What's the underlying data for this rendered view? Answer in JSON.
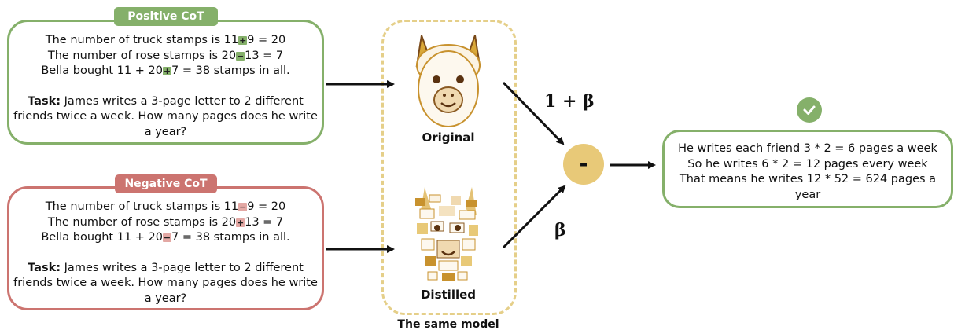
{
  "positive": {
    "badge": "Positive CoT",
    "lines": [
      {
        "pre": "The number of truck stamps is 11",
        "op": "+",
        "post": "9 = 20"
      },
      {
        "pre": "The number of rose stamps is 20",
        "op": "−",
        "post": "13 = 7"
      },
      {
        "pre": "Bella bought 11 + 20",
        "op": "+",
        "post": "7 = 38 stamps in all."
      }
    ],
    "task_label": "Task:",
    "task_text": "James writes a 3-page letter to 2 different friends twice a week. How many pages does he write a year?"
  },
  "negative": {
    "badge": "Negative CoT",
    "lines": [
      {
        "pre": "The number of truck stamps is 11",
        "op": "−",
        "post": "9 = 20"
      },
      {
        "pre": "The number of rose stamps is 20",
        "op": "+",
        "post": "13 = 7"
      },
      {
        "pre": "Bella bought 11 + 20",
        "op": "−",
        "post": "7 = 38 stamps in all."
      }
    ],
    "task_label": "Task:",
    "task_text": "James writes a 3-page letter to 2 different friends twice a week. How many pages does he write a year?"
  },
  "model": {
    "original_label": "Original",
    "distilled_label": "Distilled",
    "frame_caption": "The same model",
    "icon": "llama-icon"
  },
  "weights": {
    "original": "1 + β",
    "distilled": "β"
  },
  "operator": "-",
  "output": {
    "icon": "check-icon",
    "lines": [
      "He writes each friend 3 * 2 = 6 pages a week",
      "So he writes 6 * 2 = 12 pages every week",
      "That means he writes 12 * 52 = 624 pages a year"
    ]
  },
  "colors": {
    "positive": "#85b06a",
    "negative": "#cc7470",
    "model_frame": "#e5cf89",
    "operator": "#e8c978"
  }
}
